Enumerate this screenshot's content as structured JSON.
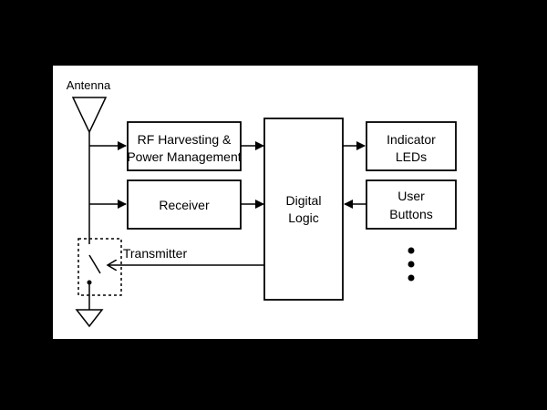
{
  "colors": {
    "background": "#000000",
    "panel": "#ffffff",
    "stroke": "#000000"
  },
  "labels": {
    "antenna": "Antenna",
    "rf_harvesting_line1": "RF Harvesting &",
    "rf_harvesting_line2": "Power Management",
    "receiver": "Receiver",
    "digital_logic_line1": "Digital",
    "digital_logic_line2": "Logic",
    "indicator_leds_line1": "Indicator",
    "indicator_leds_line2": "LEDs",
    "user_buttons_line1": "User",
    "user_buttons_line2": "Buttons",
    "transmitter": "Transmitter"
  },
  "icons": {
    "antenna": "antenna-icon",
    "ground": "ground-icon",
    "switch": "switch-icon",
    "more": "ellipsis-icon"
  }
}
